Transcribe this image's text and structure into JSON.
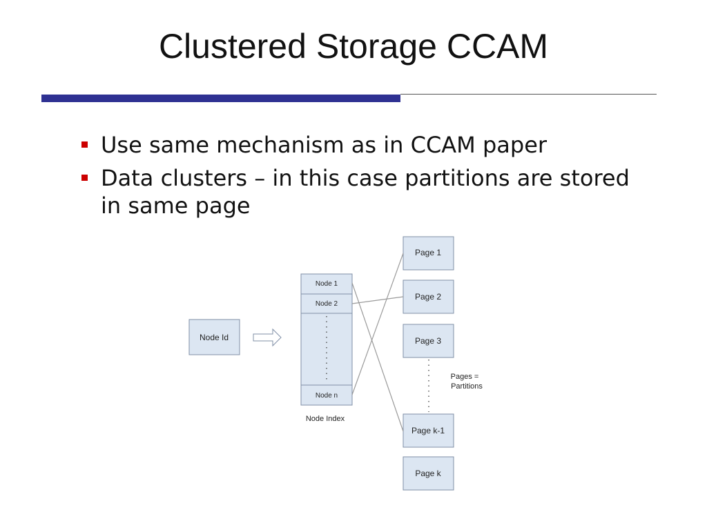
{
  "slide": {
    "title": "Clustered Storage CCAM",
    "bullets": [
      "Use same mechanism as in CCAM paper",
      "Data clusters – in this case partitions are stored in same page"
    ]
  },
  "diagram": {
    "node_id_label": "Node Id",
    "index_rows": [
      "Node 1",
      "Node 2",
      "Node n"
    ],
    "index_caption": "Node Index",
    "pages": [
      "Page 1",
      "Page 2",
      "Page 3",
      "Page k-1",
      "Page k"
    ],
    "pages_note_line1": "Pages =",
    "pages_note_line2": "Partitions"
  },
  "colors": {
    "accent_bar": "#2e3192",
    "bullet_marker": "#cc0000",
    "box_fill": "#dce6f2",
    "box_stroke": "#7f8fa6"
  }
}
